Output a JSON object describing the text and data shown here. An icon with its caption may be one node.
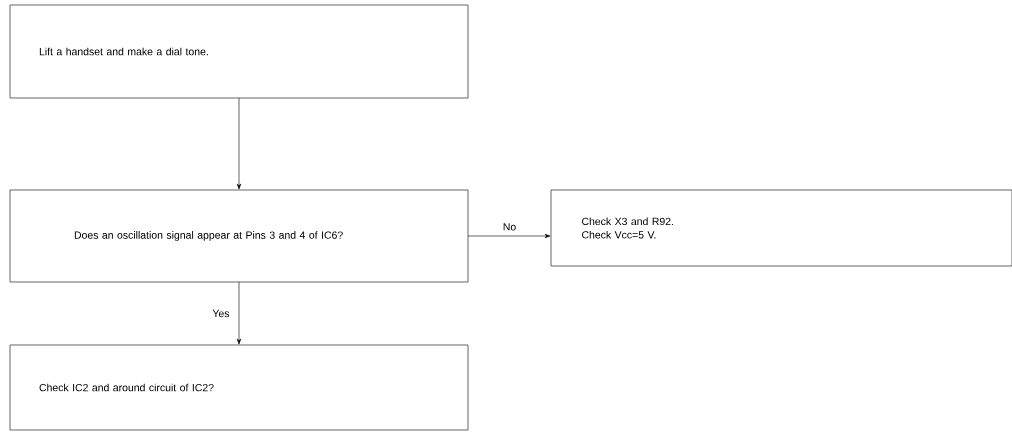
{
  "diagram": {
    "nodes": [
      {
        "text": [
          "Lift a handset and make a dial tone."
        ]
      },
      {
        "text": [
          "Does an oscillation signal appear at Pins 3 and 4 of IC6?"
        ]
      },
      {
        "text": [
          "Check X3 and R92.",
          "Check Vcc=5 V."
        ]
      },
      {
        "text": [
          "Check IC2 and around circuit of IC2?"
        ]
      }
    ],
    "edges": [
      {
        "from": 0,
        "to": 1,
        "arrow": "to"
      },
      {
        "from": 1,
        "to": 2,
        "arrow": "to",
        "label": "No"
      },
      {
        "from": 1,
        "to": 3,
        "arrow": "to",
        "label": "Yes"
      }
    ]
  }
}
